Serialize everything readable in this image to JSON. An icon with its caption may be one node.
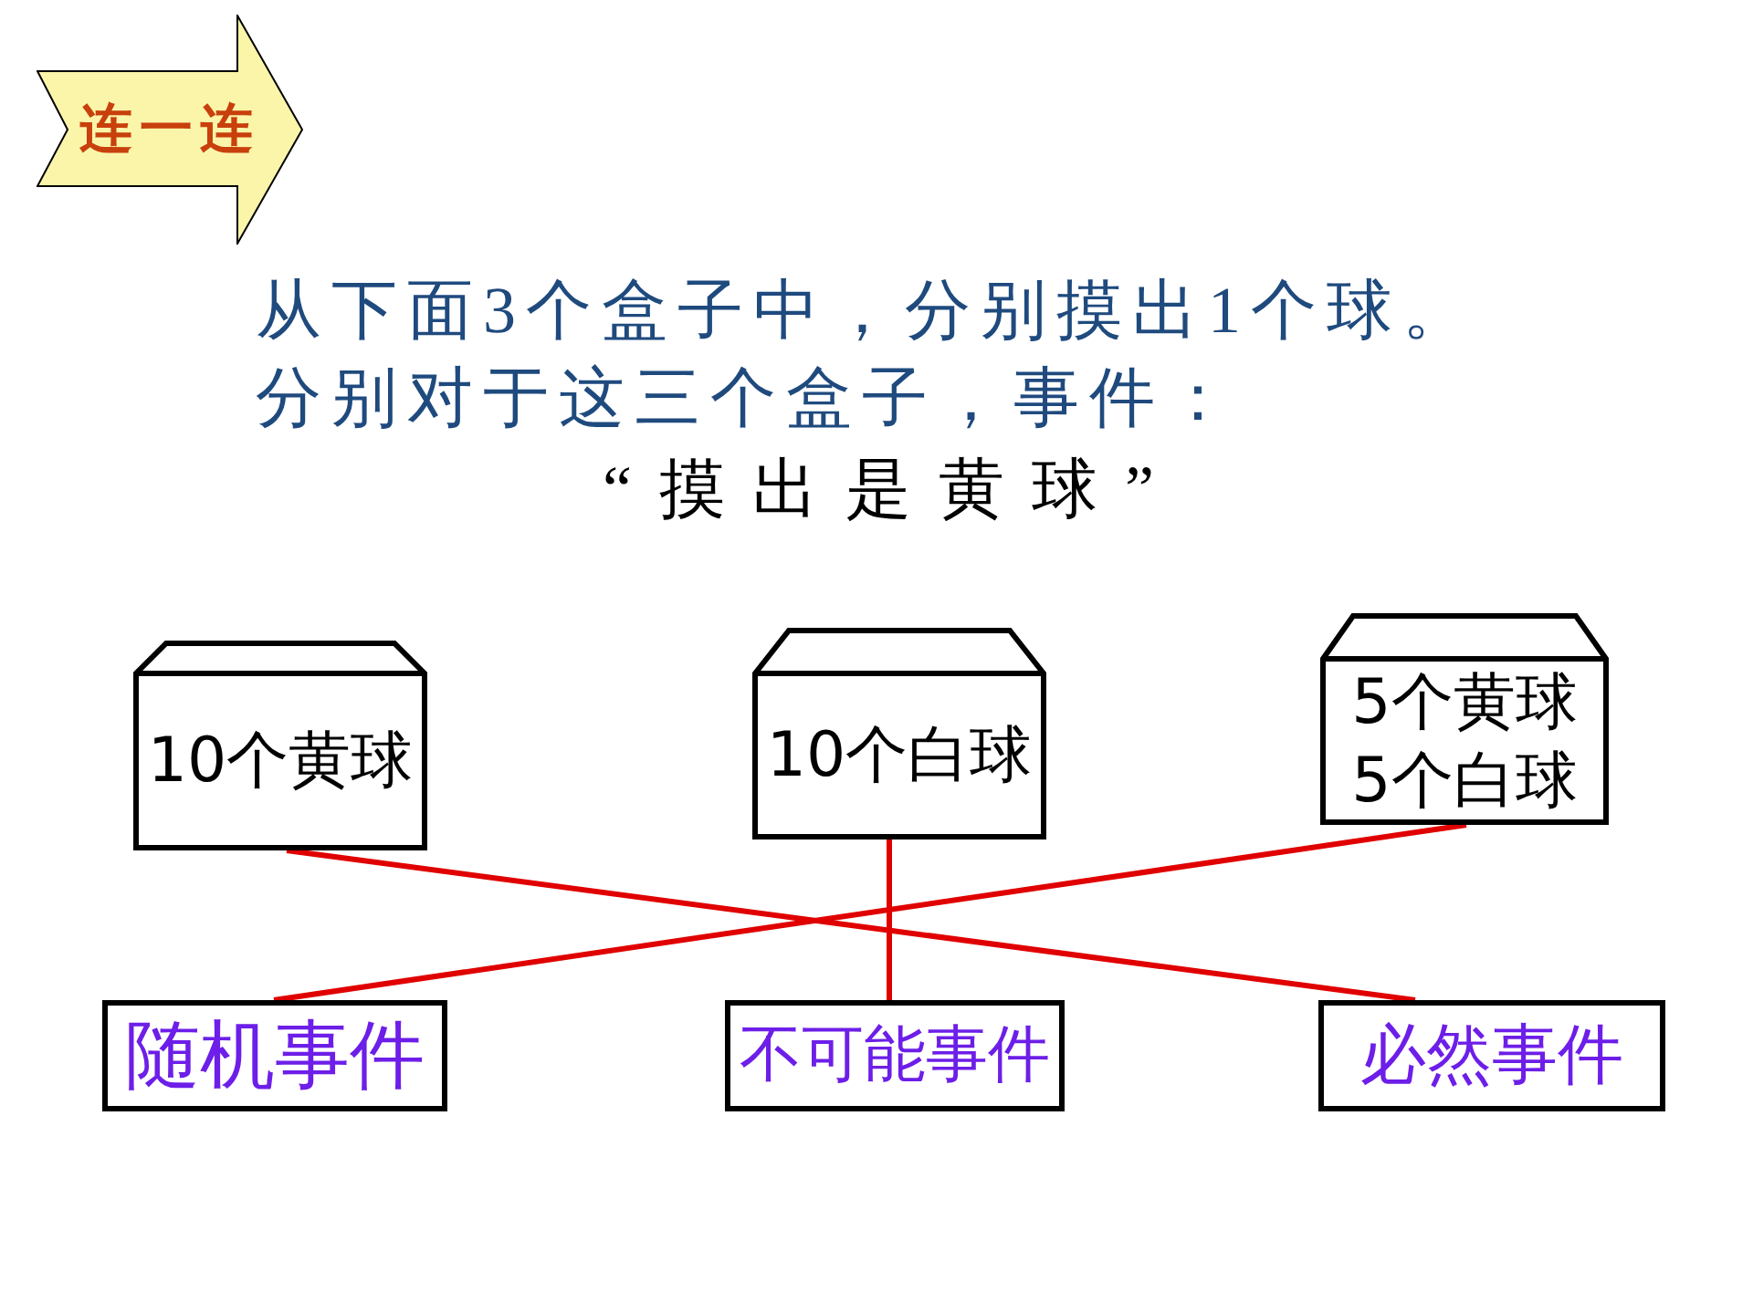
{
  "diagram": {
    "nodes": [
      {
        "text": [
          "连一连"
        ]
      },
      {
        "text": [
          "10个黄球"
        ]
      },
      {
        "text": [
          "10个白球"
        ]
      },
      {
        "text": [
          "5个黄球",
          "5个白球"
        ]
      },
      {
        "text": [
          "随机事件"
        ]
      },
      {
        "text": [
          "不可能事件"
        ]
      },
      {
        "text": [
          "必然事件"
        ]
      }
    ],
    "edges": [
      {
        "from": 1,
        "to": 6,
        "arrow": "none"
      },
      {
        "from": 2,
        "to": 5,
        "arrow": "none"
      },
      {
        "from": 3,
        "to": 4,
        "arrow": "none"
      }
    ],
    "labels": [
      "从下面3个盒子中，分别摸出1个球。",
      "分别对于这三个盒子，事件：",
      "“摸出是黄球”"
    ]
  }
}
